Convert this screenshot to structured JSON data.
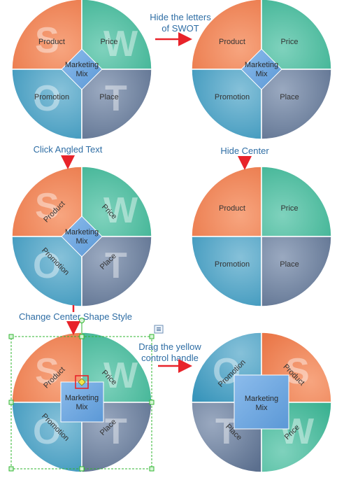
{
  "colors": {
    "orange": "#f08a5a",
    "green": "#4fbea0",
    "blue": "#4aa3c6",
    "slate": "#6b7f9c",
    "center": "#6ea7e0",
    "arrow": "#e8232a",
    "caption": "#2e6da4",
    "selection": "#2fb52f",
    "handle_fill": "#f2e64a",
    "handle_box": "#e8232a"
  },
  "labels": {
    "product": "Product",
    "price": "Price",
    "promotion": "Promotion",
    "place": "Place",
    "center_line1": "Marketing",
    "center_line2": "Mix"
  },
  "letters": {
    "s": "S",
    "w": "W",
    "o": "O",
    "t": "T"
  },
  "steps": {
    "hide_letters_line1": "Hide the letters",
    "hide_letters_line2": "of SWOT",
    "angled_text": "Click Angled Text",
    "hide_center": "Hide Center",
    "center_style": "Change Center Shape Style",
    "drag_line1": "Drag the yellow",
    "drag_line2": "control handle"
  }
}
